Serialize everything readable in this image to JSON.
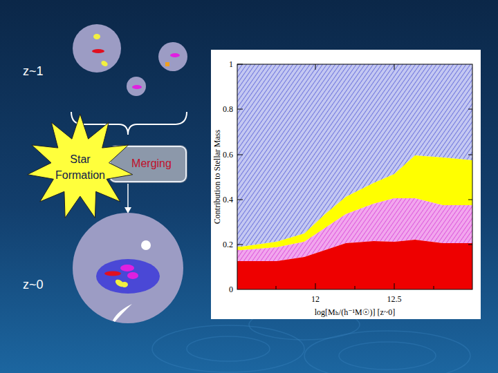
{
  "diagram": {
    "nodes": [
      {
        "text": [
          "Star Formation"
        ]
      },
      {
        "text": [
          "Merging"
        ]
      }
    ],
    "labels": [
      "z~1",
      "z~0",
      "1",
      "0.8",
      "0.6",
      "0.4",
      "0.2",
      "0",
      "12",
      "12.5",
      "Contribution to Stellar Mass",
      "log[Mₕ/(h⁻¹M☉)] [z~0]"
    ]
  }
}
